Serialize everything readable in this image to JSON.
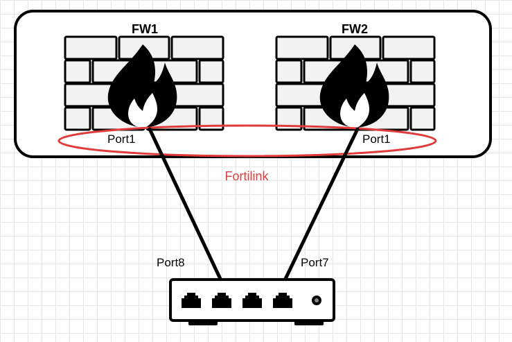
{
  "firewalls": [
    {
      "name": "FW1",
      "port_label": "Port1"
    },
    {
      "name": "FW2",
      "port_label": "Port1"
    }
  ],
  "link_group_label": "Fortilink",
  "switch": {
    "port_labels": [
      "Port8",
      "Port7"
    ]
  },
  "colors": {
    "stroke": "#000000",
    "brick_fill": "#f2f2f2",
    "fortilink": "#e03c3c",
    "grid": "#e6e6e6"
  },
  "icons": [
    "firewall-brick-wall-icon",
    "flame-icon",
    "network-switch-icon",
    "ethernet-port-icon"
  ]
}
